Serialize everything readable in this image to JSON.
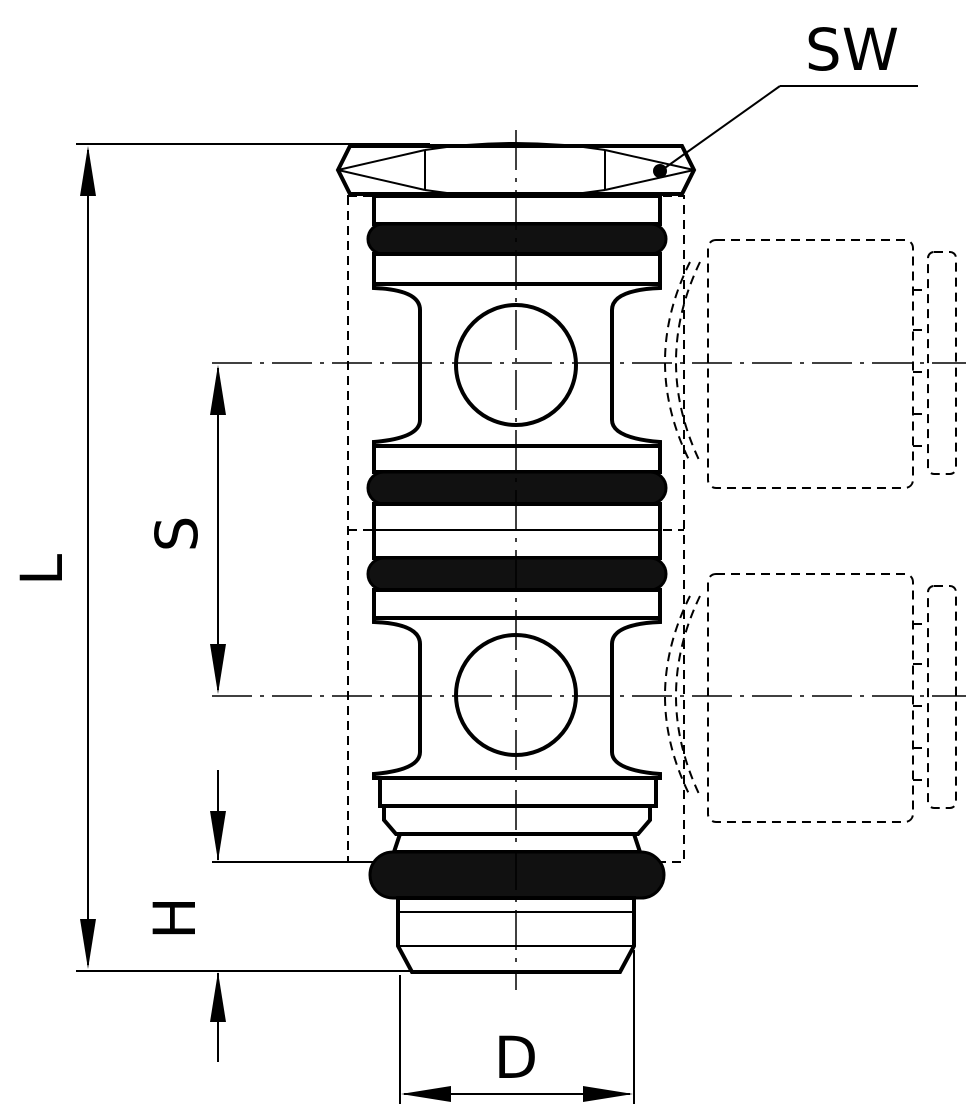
{
  "labels": {
    "sw": "SW",
    "l": "L",
    "s": "S",
    "h": "H",
    "d": "D"
  },
  "colors": {
    "ink": "#000000",
    "background": "#ffffff"
  }
}
